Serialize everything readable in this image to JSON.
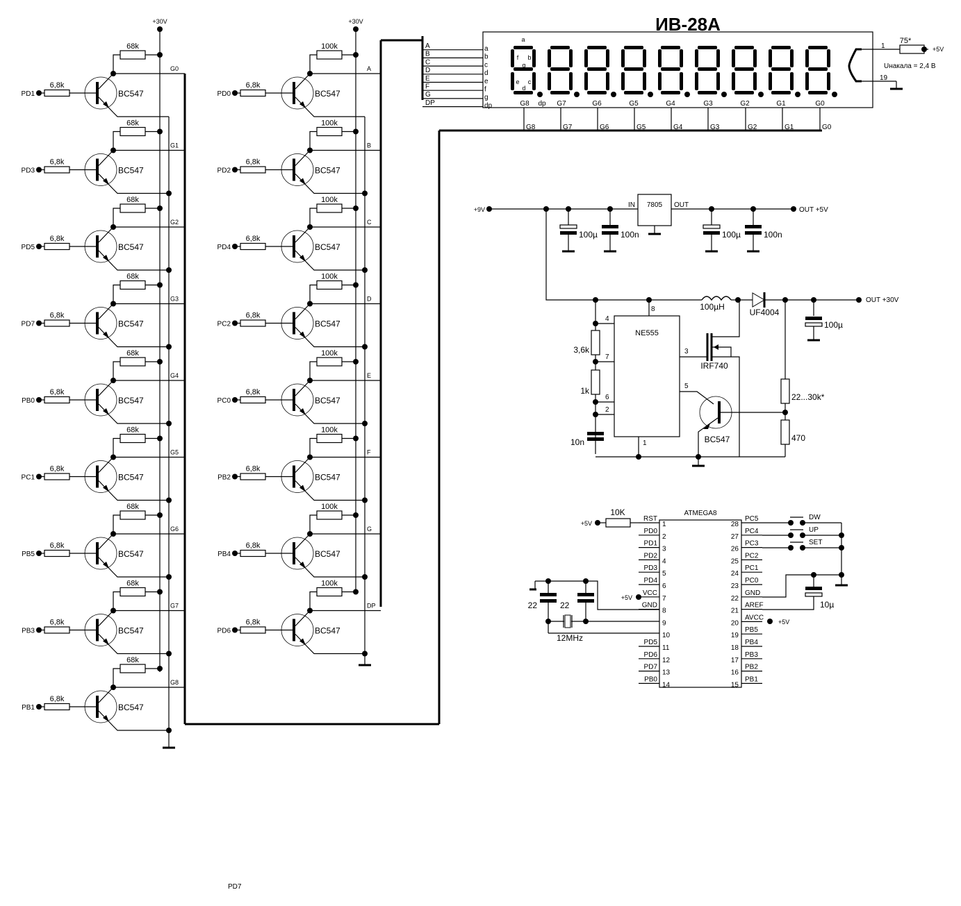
{
  "title": "ИВ-28А",
  "supply_30v": "+30V",
  "grid_drivers": {
    "base_resistor": "6,8k",
    "pullup": "68k",
    "transistor": "BC547",
    "inputs": [
      "PD1",
      "PD3",
      "PD5",
      "PD7",
      "PB0",
      "PC1",
      "PB5",
      "PB3",
      "PB1"
    ],
    "outputs": [
      "G0",
      "G1",
      "G2",
      "G3",
      "G4",
      "G5",
      "G6",
      "G7",
      "G8"
    ]
  },
  "segment_drivers": {
    "base_resistor": "6,8k",
    "pullup": "100k",
    "transistor": "BC547",
    "inputs": [
      "PD0",
      "PD2",
      "PD4",
      "PC2",
      "PC0",
      "PB2",
      "PB4",
      "PD6"
    ],
    "outputs": [
      "A",
      "B",
      "C",
      "D",
      "E",
      "F",
      "G",
      "DP"
    ]
  },
  "vfd": {
    "bus_labels": [
      "A",
      "B",
      "C",
      "D",
      "E",
      "F",
      "G",
      "DP"
    ],
    "pin_labels": [
      "a",
      "b",
      "c",
      "d",
      "e",
      "f",
      "g",
      "dp"
    ],
    "segment_names": {
      "a": "a",
      "f": "f",
      "b": "b",
      "g": "g",
      "e": "e",
      "c": "c",
      "d": "d"
    },
    "grid_labels": [
      "G8",
      "dp",
      "G7",
      "G6",
      "G5",
      "G4",
      "G3",
      "G2",
      "G1",
      "G0"
    ],
    "grid_wire_labels": [
      "G8",
      "G7",
      "G6",
      "G5",
      "G4",
      "G3",
      "G2",
      "G1",
      "G0"
    ],
    "digits": 9,
    "filament": {
      "pin1": "1",
      "pin19": "19",
      "resistor": "75*",
      "supply": "+5V",
      "note": "Uнакала = 2,4 В"
    }
  },
  "regulator": {
    "input": "+9V",
    "chip": "7805",
    "in_label": "IN",
    "out_label": "OUT",
    "output": "OUT +5V",
    "caps": [
      "100µ",
      "100n",
      "100µ",
      "100n"
    ]
  },
  "boost": {
    "inductor": "100µH",
    "diode": "UF4004",
    "output": "OUT +30V",
    "out_cap": "100µ",
    "timer": "NE555",
    "mosfet": "IRF740",
    "transistor": "BC547",
    "r_top": "3,6k",
    "r_mid": "1k",
    "c_timing": "10n",
    "r_fb_top": "22...30k*",
    "r_fb_bot": "470",
    "pins": {
      "p8": "8",
      "p4": "4",
      "p7": "7",
      "p6": "6",
      "p2": "2",
      "p3": "3",
      "p5": "5",
      "p1": "1"
    }
  },
  "mcu": {
    "name": "ATMEGA8",
    "rst_resistor": "10K",
    "rst_supply": "+5V",
    "vcc_supply": "+5V",
    "avcc_supply": "+5V",
    "crystal": "12MHz",
    "crystal_caps": [
      "22",
      "22"
    ],
    "aref_cap": "10µ",
    "left_pins": [
      {
        "n": "1",
        "name": "RST"
      },
      {
        "n": "2",
        "name": "PD0"
      },
      {
        "n": "3",
        "name": "PD1"
      },
      {
        "n": "4",
        "name": "PD2"
      },
      {
        "n": "5",
        "name": "PD3"
      },
      {
        "n": "6",
        "name": "PD4"
      },
      {
        "n": "7",
        "name": "VCC"
      },
      {
        "n": "8",
        "name": "GND"
      },
      {
        "n": "9",
        "name": ""
      },
      {
        "n": "10",
        "name": ""
      },
      {
        "n": "11",
        "name": "PD5"
      },
      {
        "n": "12",
        "name": "PD6"
      },
      {
        "n": "13",
        "name": "PD7"
      },
      {
        "n": "14",
        "name": "PB0"
      }
    ],
    "right_pins": [
      {
        "n": "28",
        "name": "PC5"
      },
      {
        "n": "27",
        "name": "PC4"
      },
      {
        "n": "26",
        "name": "PC3"
      },
      {
        "n": "25",
        "name": "PC2"
      },
      {
        "n": "24",
        "name": "PC1"
      },
      {
        "n": "23",
        "name": "PC0"
      },
      {
        "n": "22",
        "name": "GND"
      },
      {
        "n": "21",
        "name": "AREF"
      },
      {
        "n": "20",
        "name": "AVCC"
      },
      {
        "n": "19",
        "name": "PB5"
      },
      {
        "n": "18",
        "name": "PB4"
      },
      {
        "n": "17",
        "name": "PB3"
      },
      {
        "n": "16",
        "name": "PB2"
      },
      {
        "n": "15",
        "name": "PB1"
      }
    ],
    "buttons": [
      "DW",
      "UP",
      "SET"
    ]
  },
  "stray_label": "PD7"
}
